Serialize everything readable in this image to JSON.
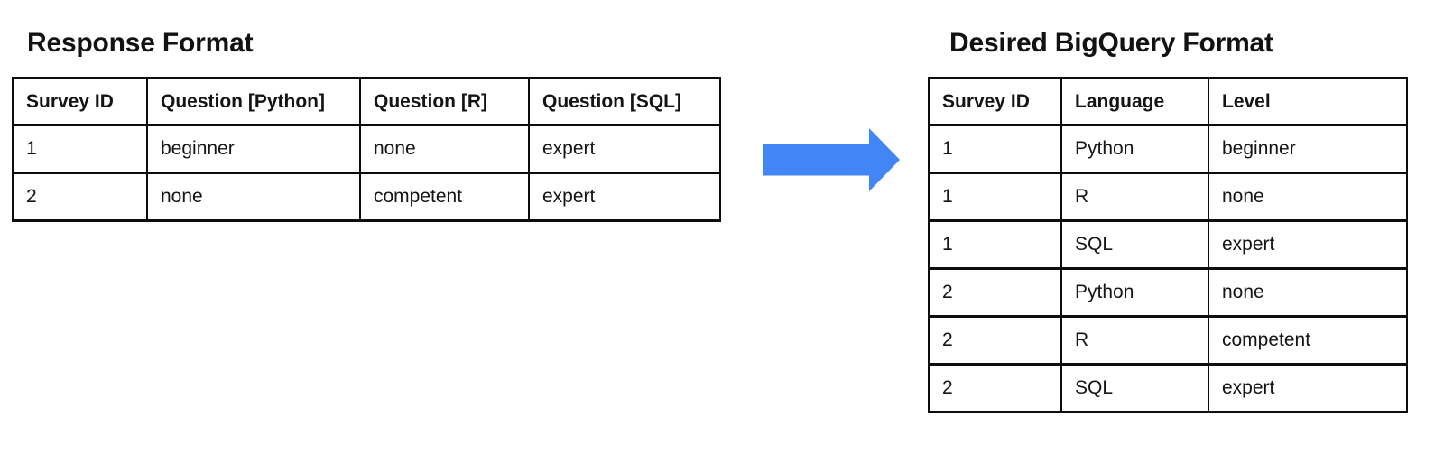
{
  "colors": {
    "arrow": "#4285F4",
    "border": "#0D0D0D",
    "text": "#141414",
    "background": "#FFFFFF"
  },
  "left_panel": {
    "title": "Response Format",
    "table": {
      "headers": [
        "Survey ID",
        "Question [Python]",
        "Question [R]",
        "Question [SQL]"
      ],
      "rows": [
        [
          "1",
          "beginner",
          "none",
          "expert"
        ],
        [
          "2",
          "none",
          "competent",
          "expert"
        ]
      ]
    }
  },
  "transform_arrow": {
    "icon": "right-arrow-icon",
    "direction": "right"
  },
  "right_panel": {
    "title": "Desired BigQuery Format",
    "table": {
      "headers": [
        "Survey ID",
        "Language",
        "Level"
      ],
      "rows": [
        [
          "1",
          "Python",
          "beginner"
        ],
        [
          "1",
          "R",
          "none"
        ],
        [
          "1",
          "SQL",
          "expert"
        ],
        [
          "2",
          "Python",
          "none"
        ],
        [
          "2",
          "R",
          "competent"
        ],
        [
          "2",
          "SQL",
          "expert"
        ]
      ]
    }
  }
}
